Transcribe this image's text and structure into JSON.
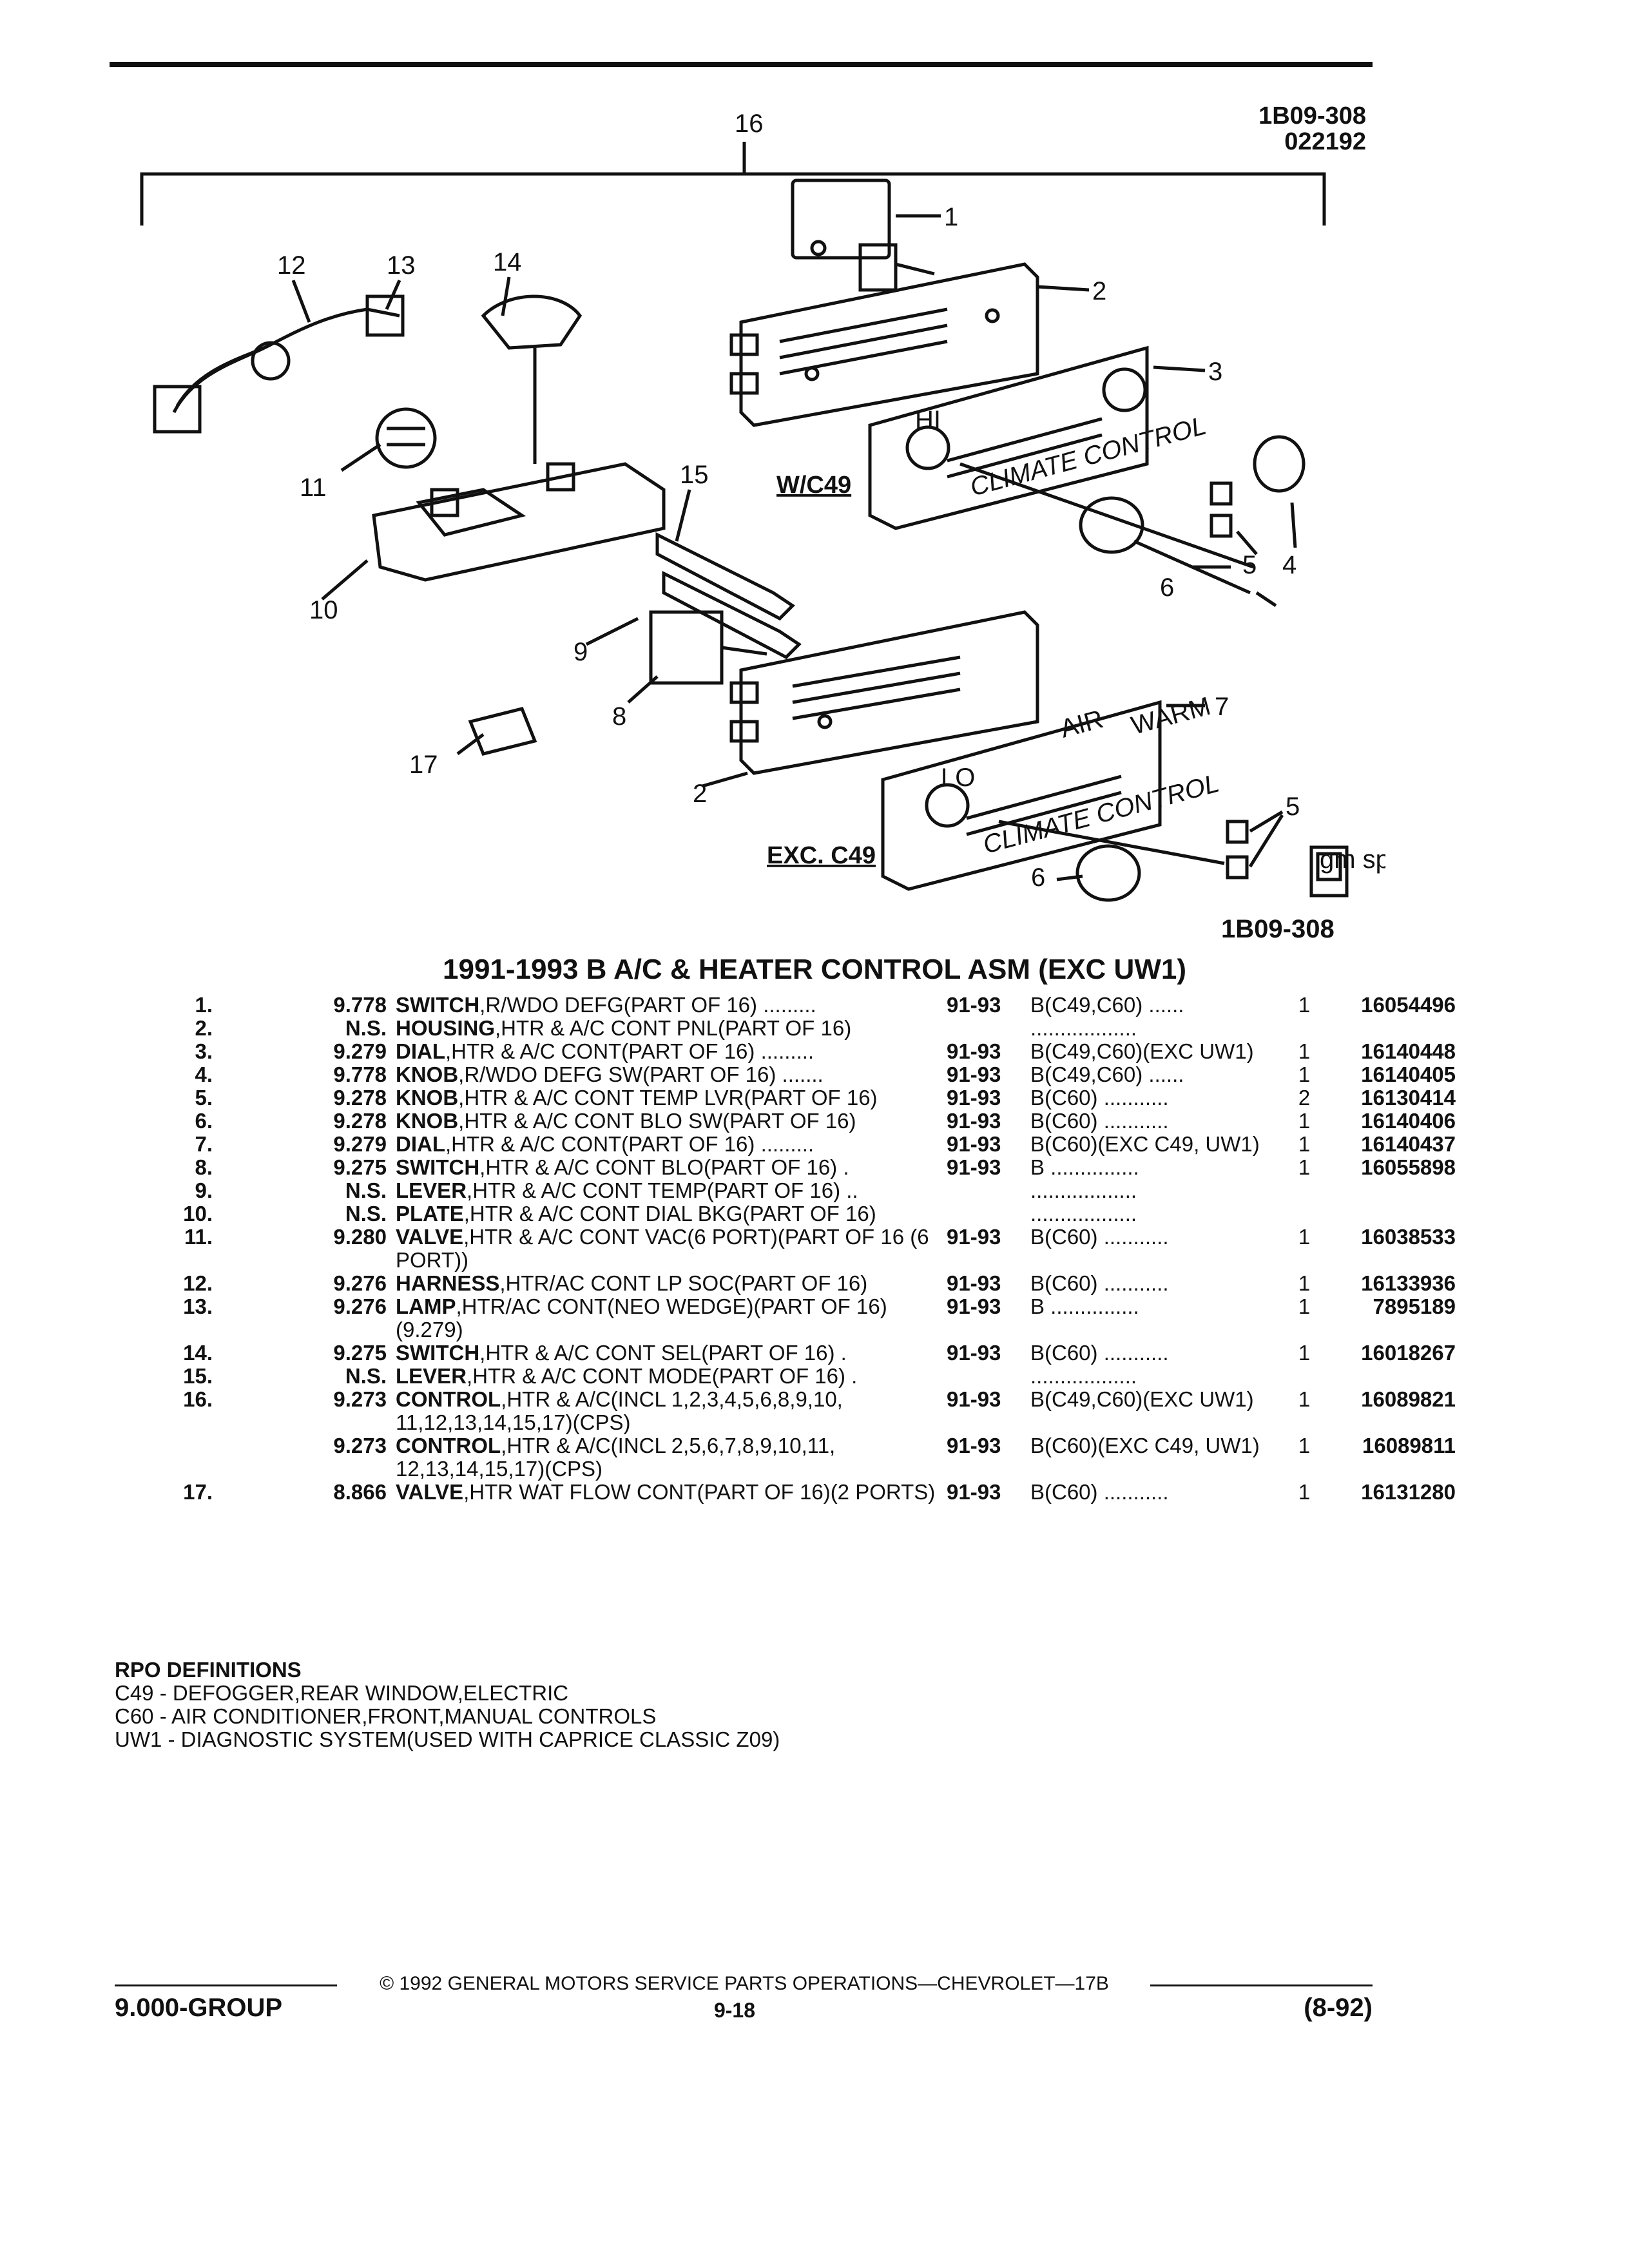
{
  "header": {
    "code": "1B09-308",
    "date": "022192"
  },
  "diagram": {
    "callouts": [
      "16",
      "1",
      "2",
      "3",
      "12",
      "13",
      "14",
      "11",
      "15",
      "4",
      "5",
      "6",
      "10",
      "9",
      "8",
      "17",
      "2",
      "7",
      "5",
      "6"
    ],
    "variant_labels": {
      "w_c49": "W/C49",
      "exc_c49": "EXC. C49"
    },
    "panel_text": {
      "climate_control": "CLIMATE CONTROL",
      "air": "AIR",
      "warm": "WARM",
      "lo": "LO",
      "hi": "HI"
    },
    "figure_code": "1B09-308",
    "logo_text": "gm spo"
  },
  "section_title": "1991-1993 B A/C & HEATER CONTROL ASM (EXC UW1)",
  "parts": [
    {
      "no": "1.",
      "grp": "9.778",
      "name": "SWITCH",
      "desc": ",R/WDO DEFG(PART OF 16) .........",
      "yr": "91-93",
      "use": "B(C49,C60) ......",
      "qty": "1",
      "pn": "16054496"
    },
    {
      "no": "2.",
      "grp": "N.S.",
      "name": "HOUSING",
      "desc": ",HTR & A/C CONT PNL(PART OF 16)",
      "yr": "",
      "use": "..................",
      "qty": "",
      "pn": ""
    },
    {
      "no": "3.",
      "grp": "9.279",
      "name": "DIAL",
      "desc": ",HTR & A/C CONT(PART OF 16) .........",
      "yr": "91-93",
      "use": "B(C49,C60)(EXC UW1)",
      "qty": "1",
      "pn": "16140448"
    },
    {
      "no": "4.",
      "grp": "9.778",
      "name": "KNOB",
      "desc": ",R/WDO DEFG SW(PART OF 16) .......",
      "yr": "91-93",
      "use": "B(C49,C60) ......",
      "qty": "1",
      "pn": "16140405"
    },
    {
      "no": "5.",
      "grp": "9.278",
      "name": "KNOB",
      "desc": ",HTR & A/C CONT TEMP LVR(PART OF 16)",
      "yr": "91-93",
      "use": "B(C60) ...........",
      "qty": "2",
      "pn": "16130414"
    },
    {
      "no": "6.",
      "grp": "9.278",
      "name": "KNOB",
      "desc": ",HTR & A/C CONT BLO SW(PART OF 16)",
      "yr": "91-93",
      "use": "B(C60) ...........",
      "qty": "1",
      "pn": "16140406"
    },
    {
      "no": "7.",
      "grp": "9.279",
      "name": "DIAL",
      "desc": ",HTR & A/C CONT(PART OF 16) .........",
      "yr": "91-93",
      "use": "B(C60)(EXC C49, UW1)",
      "qty": "1",
      "pn": "16140437"
    },
    {
      "no": "8.",
      "grp": "9.275",
      "name": "SWITCH",
      "desc": ",HTR & A/C CONT BLO(PART OF 16) .",
      "yr": "91-93",
      "use": "B ...............",
      "qty": "1",
      "pn": "16055898"
    },
    {
      "no": "9.",
      "grp": "N.S.",
      "name": "LEVER",
      "desc": ",HTR & A/C CONT TEMP(PART OF 16) ..",
      "yr": "",
      "use": "..................",
      "qty": "",
      "pn": ""
    },
    {
      "no": "10.",
      "grp": "N.S.",
      "name": "PLATE",
      "desc": ",HTR & A/C CONT DIAL BKG(PART OF 16)",
      "yr": "",
      "use": "..................",
      "qty": "",
      "pn": ""
    },
    {
      "no": "11.",
      "grp": "9.280",
      "name": "VALVE",
      "desc": ",HTR & A/C CONT VAC(6 PORT)(PART OF 16 (6 PORT))",
      "yr": "91-93",
      "use": "B(C60) ...........",
      "qty": "1",
      "pn": "16038533"
    },
    {
      "no": "12.",
      "grp": "9.276",
      "name": "HARNESS",
      "desc": ",HTR/AC CONT LP SOC(PART OF 16)",
      "yr": "91-93",
      "use": "B(C60) ...........",
      "qty": "1",
      "pn": "16133936"
    },
    {
      "no": "13.",
      "grp": "9.276",
      "name": "LAMP",
      "desc": ",HTR/AC CONT(NEO WEDGE)(PART OF 16)(9.279)",
      "yr": "91-93",
      "use": "B ...............",
      "qty": "1",
      "pn": "7895189"
    },
    {
      "no": "14.",
      "grp": "9.275",
      "name": "SWITCH",
      "desc": ",HTR & A/C CONT SEL(PART OF 16) .",
      "yr": "91-93",
      "use": "B(C60) ...........",
      "qty": "1",
      "pn": "16018267"
    },
    {
      "no": "15.",
      "grp": "N.S.",
      "name": "LEVER",
      "desc": ",HTR & A/C CONT MODE(PART OF 16) .",
      "yr": "",
      "use": "..................",
      "qty": "",
      "pn": ""
    },
    {
      "no": "16.",
      "grp": "9.273",
      "name": "CONTROL",
      "desc": ",HTR & A/C(INCL 1,2,3,4,5,6,8,9,10, 11,12,13,14,15,17)(CPS)",
      "yr": "91-93",
      "use": "B(C49,C60)(EXC UW1)",
      "qty": "1",
      "pn": "16089821"
    },
    {
      "no": "",
      "grp": "9.273",
      "name": "CONTROL",
      "desc": ",HTR & A/C(INCL 2,5,6,7,8,9,10,11, 12,13,14,15,17)(CPS)",
      "yr": "91-93",
      "use": "B(C60)(EXC C49, UW1)",
      "qty": "1",
      "pn": "16089811"
    },
    {
      "no": "17.",
      "grp": "8.866",
      "name": "VALVE",
      "desc": ",HTR WAT FLOW CONT(PART OF 16)(2 PORTS)",
      "yr": "91-93",
      "use": "B(C60) ...........",
      "qty": "1",
      "pn": "16131280"
    }
  ],
  "rpo": {
    "heading": "RPO DEFINITIONS",
    "items": [
      "C49 - DEFOGGER,REAR WINDOW,ELECTRIC",
      "C60 - AIR CONDITIONER,FRONT,MANUAL CONTROLS",
      "UW1 - DIAGNOSTIC SYSTEM(USED WITH CAPRICE CLASSIC Z09)"
    ]
  },
  "footer": {
    "copyright": "© 1992 GENERAL MOTORS SERVICE PARTS OPERATIONS—CHEVROLET—17B",
    "group": "9.000-GROUP",
    "page": "9-18",
    "rev": "(8-92)"
  }
}
